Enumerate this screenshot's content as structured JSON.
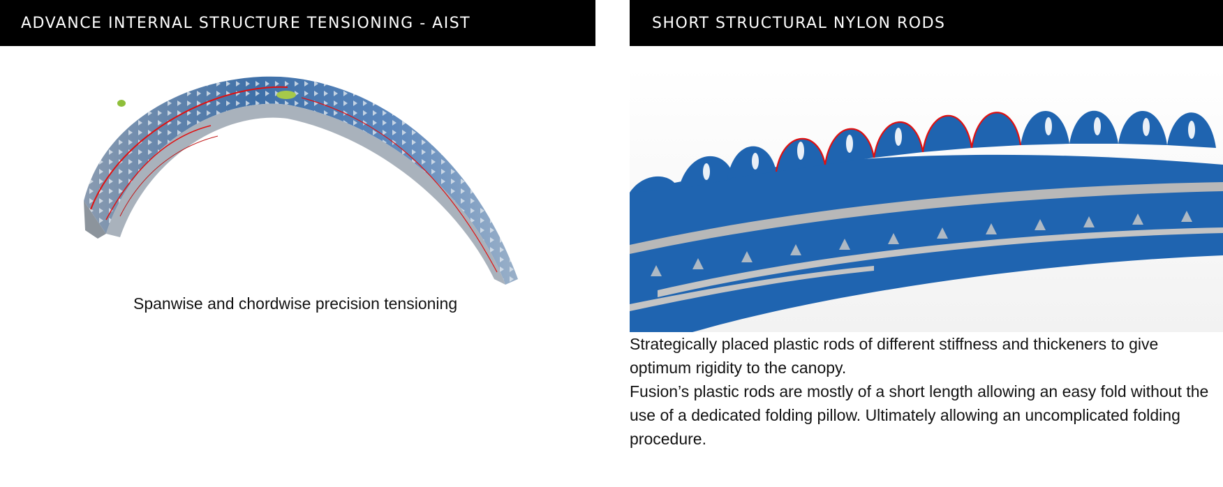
{
  "left_panel": {
    "title": "ADVANCE INTERNAL STRUCTURE TENSIONING - AIST",
    "image_name": "paraglider-wing-aist-render",
    "caption": "Spanwise and chordwise precision tensioning"
  },
  "right_panel": {
    "title": "SHORT STRUCTURAL  NYLON RODS",
    "image_name": "nylon-rods-closeup-render",
    "paragraph_1": "Strategically placed plastic rods of different stiffness and thickeners to give optimum rigidity to the canopy.",
    "paragraph_2": "Fusion’s plastic rods are mostly of a short length allowing an easy fold without the use of a dedicated folding pillow. Ultimately allowing an uncomplicated folding procedure."
  },
  "colors": {
    "header_bg": "#000000",
    "header_text": "#ffffff",
    "canopy_blue": "#1f64b0",
    "rib_grey": "#b8b8b8",
    "rod_red": "#e01010"
  }
}
